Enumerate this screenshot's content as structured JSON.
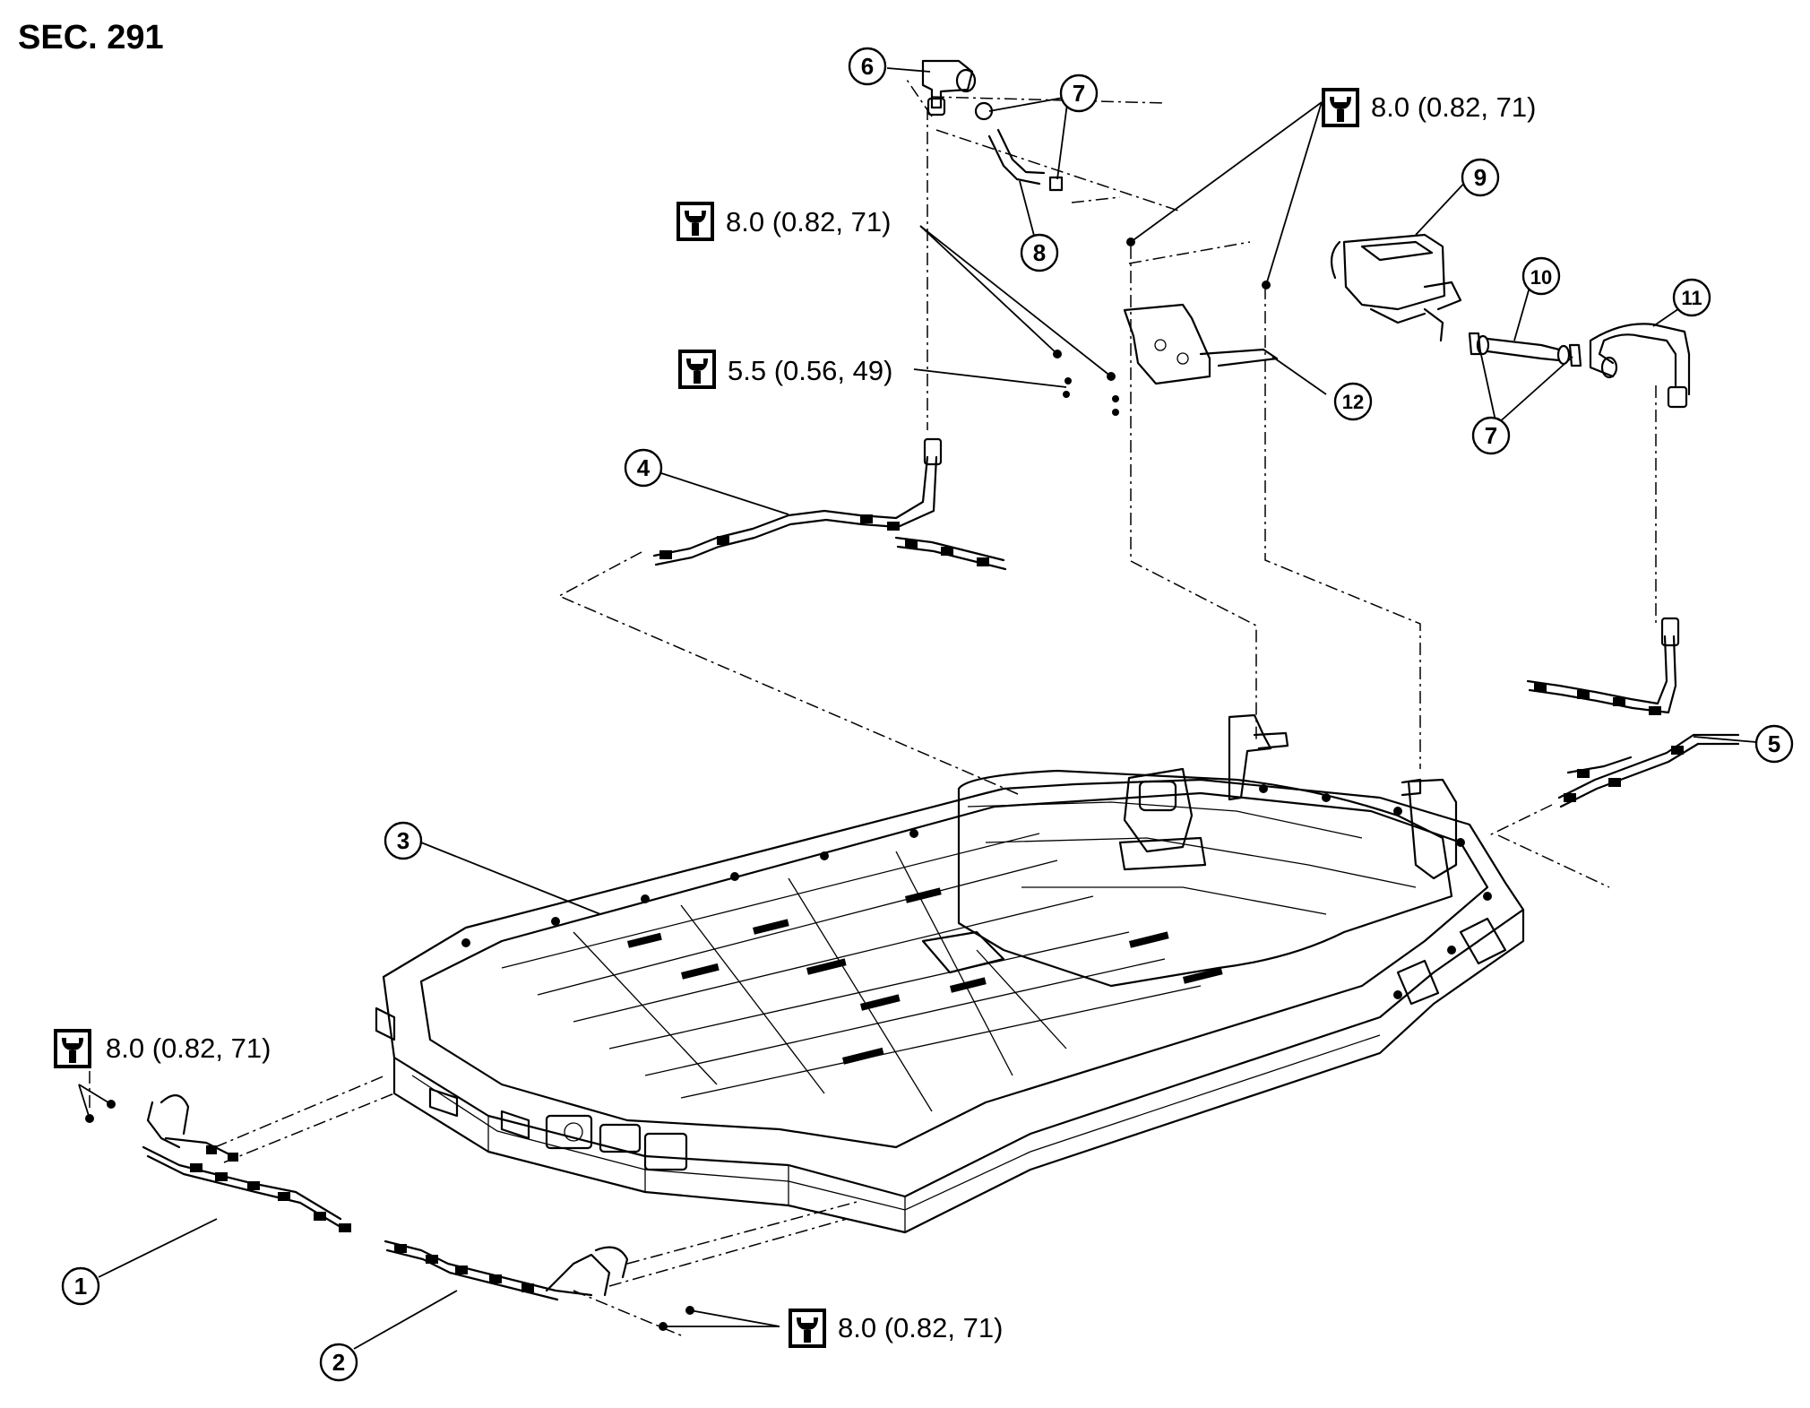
{
  "section_label": "SEC. 291",
  "icons": {
    "torque": "torque-wrench-icon"
  },
  "callouts": [
    "1",
    "2",
    "3",
    "4",
    "5",
    "6",
    "7",
    "7",
    "8",
    "9",
    "10",
    "11",
    "12"
  ],
  "torque_specs": {
    "t_top_right": "8.0 (0.82, 71)",
    "t_upper_left": "8.0 (0.82, 71)",
    "t_mid_left": "5.5 (0.56, 49)",
    "t_lower_left": "8.0 (0.82, 71)",
    "t_bottom": "8.0 (0.82, 71)"
  }
}
